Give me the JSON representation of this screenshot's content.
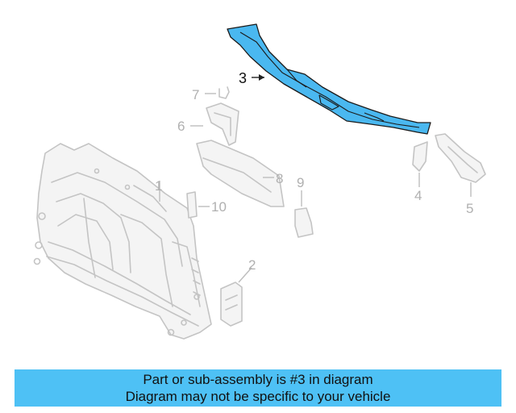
{
  "banner": {
    "line1": "Part or sub-assembly is #3 in diagram",
    "line2": "Diagram may not be specific to your vehicle"
  },
  "highlighted_part": "3",
  "callouts": [
    {
      "id": "1",
      "label": "1"
    },
    {
      "id": "2",
      "label": "2"
    },
    {
      "id": "3",
      "label": "3"
    },
    {
      "id": "4",
      "label": "4"
    },
    {
      "id": "5",
      "label": "5"
    },
    {
      "id": "6",
      "label": "6"
    },
    {
      "id": "7",
      "label": "7"
    },
    {
      "id": "8",
      "label": "8"
    },
    {
      "id": "9",
      "label": "9"
    },
    {
      "id": "10",
      "label": "10"
    }
  ],
  "colors": {
    "highlight": "#4ab8f0",
    "banner": "#4ec1f5",
    "ghost": "#c4c4c4"
  }
}
